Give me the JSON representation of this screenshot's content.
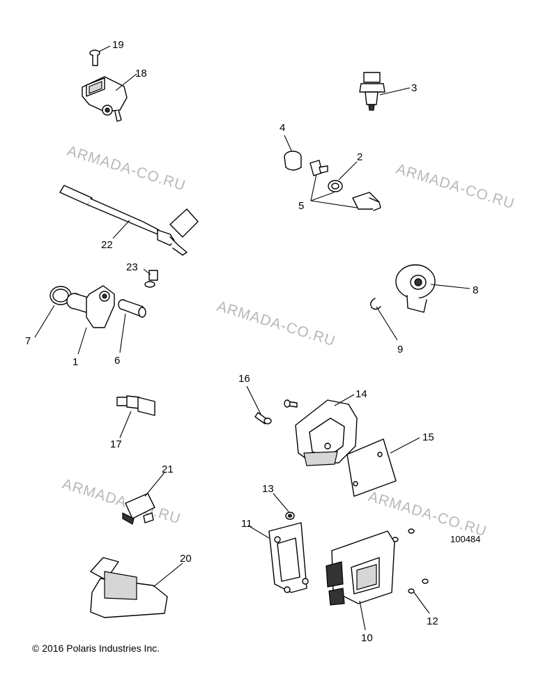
{
  "callouts": {
    "c1": "1",
    "c2": "2",
    "c3": "3",
    "c4": "4",
    "c5": "5",
    "c6": "6",
    "c7": "7",
    "c8": "8",
    "c9": "9",
    "c10": "10",
    "c11": "11",
    "c12": "12",
    "c13": "13",
    "c14": "14",
    "c15": "15",
    "c16": "16",
    "c17": "17",
    "c18": "18",
    "c19": "19",
    "c20": "20",
    "c21": "21",
    "c22": "22",
    "c23": "23"
  },
  "watermark": "ARMADA-CO.RU",
  "document_number": "100484",
  "copyright": "© 2016 Polaris Industries Inc.",
  "colors": {
    "line": "#000000",
    "watermark": "#b8b8b8",
    "background": "#ffffff"
  }
}
